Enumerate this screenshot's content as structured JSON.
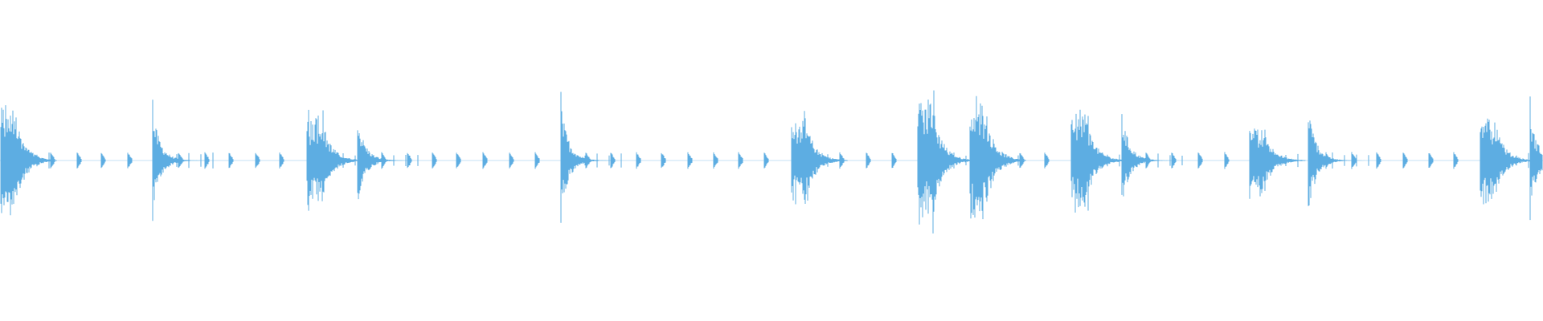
{
  "waveform": {
    "color": "#5dade2",
    "background": "#ffffff",
    "transients": [
      {
        "t": 0.0,
        "amp": 0.8,
        "kind": "major",
        "density": "dense"
      },
      {
        "t": 0.099,
        "amp": 0.9,
        "kind": "major",
        "density": "sharp"
      },
      {
        "t": 0.199,
        "amp": 0.72,
        "kind": "major",
        "density": "dense"
      },
      {
        "t": 0.232,
        "amp": 0.77,
        "kind": "major",
        "density": "sharp"
      },
      {
        "t": 0.364,
        "amp": 1.0,
        "kind": "major",
        "density": "sharp"
      },
      {
        "t": 0.514,
        "amp": 0.64,
        "kind": "major",
        "density": "dense"
      },
      {
        "t": 0.596,
        "amp": 0.95,
        "kind": "major",
        "density": "dense"
      },
      {
        "t": 0.63,
        "amp": 0.9,
        "kind": "major",
        "density": "dense"
      },
      {
        "t": 0.696,
        "amp": 0.73,
        "kind": "major",
        "density": "dense"
      },
      {
        "t": 0.729,
        "amp": 0.84,
        "kind": "major",
        "density": "sharp"
      },
      {
        "t": 0.812,
        "amp": 0.51,
        "kind": "major",
        "density": "dense"
      },
      {
        "t": 0.85,
        "amp": 0.94,
        "kind": "major",
        "density": "sharp"
      },
      {
        "t": 0.962,
        "amp": 0.64,
        "kind": "major",
        "density": "dense"
      },
      {
        "t": 0.994,
        "amp": 0.82,
        "kind": "major",
        "density": "sharp"
      }
    ],
    "ticks": [
      0.033,
      0.05,
      0.066,
      0.083,
      0.116,
      0.133,
      0.149,
      0.166,
      0.182,
      0.248,
      0.265,
      0.281,
      0.297,
      0.314,
      0.331,
      0.348,
      0.381,
      0.397,
      0.414,
      0.43,
      0.447,
      0.464,
      0.48,
      0.497,
      0.53,
      0.546,
      0.563,
      0.58,
      0.646,
      0.663,
      0.679,
      0.745,
      0.762,
      0.779,
      0.796,
      0.862,
      0.879,
      0.895,
      0.912,
      0.929,
      0.945
    ]
  }
}
